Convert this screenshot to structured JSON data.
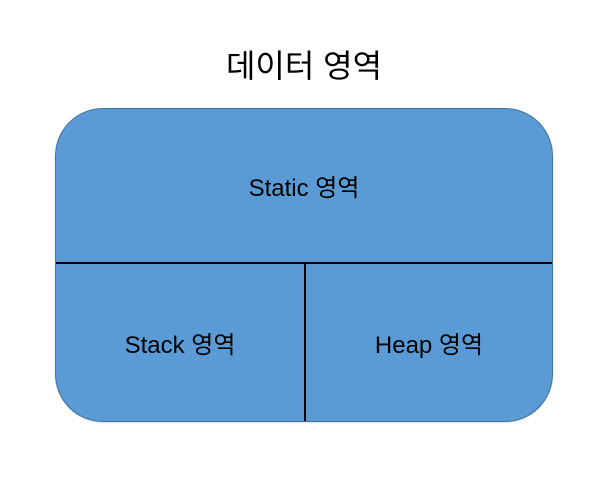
{
  "title": "데이터 영역",
  "diagram": {
    "shape": "rounded-rectangle",
    "fill_color": "#5B9BD5",
    "border_color": "#41719C",
    "divider_color": "#000000",
    "text_color": "#000000",
    "sections": {
      "static": {
        "label": "Static 영역",
        "position": "top-full-width"
      },
      "stack": {
        "label": "Stack 영역",
        "position": "bottom-left"
      },
      "heap": {
        "label": "Heap 영역",
        "position": "bottom-right"
      }
    }
  }
}
